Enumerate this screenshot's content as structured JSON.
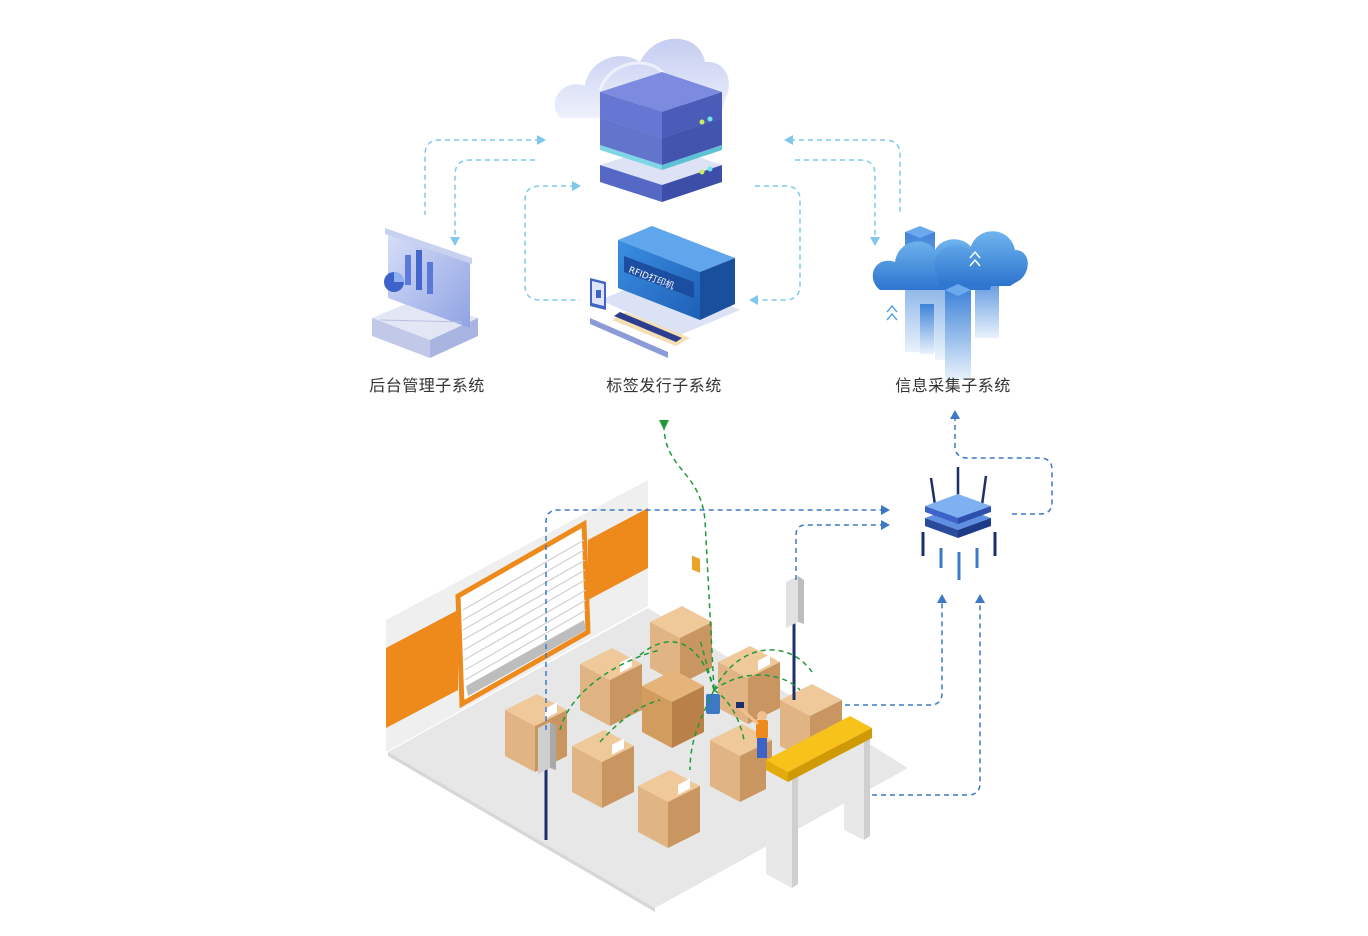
{
  "subsystems": {
    "backend": "后台管理子系统",
    "tag_issuing": "标签发行子系统",
    "info_collection": "信息采集子系统"
  },
  "printer_brand": "RFID打印机",
  "colors": {
    "server_blue": "#5b6fc8",
    "server_band": "#76d3e4",
    "link_light": "#7fc8ec",
    "link_dark": "#3b79c4",
    "rf_green": "#1f9a3a",
    "door_orange": "#ee8a1c",
    "gate_yellow": "#f7c219",
    "box_tan": "#dcb186"
  },
  "icons": [
    "cloud-icon",
    "server-icon",
    "laptop-icon",
    "printer-icon",
    "city-cloud-icon",
    "router-icon",
    "antenna-icon",
    "worker-icon",
    "rfid-gate-icon"
  ]
}
